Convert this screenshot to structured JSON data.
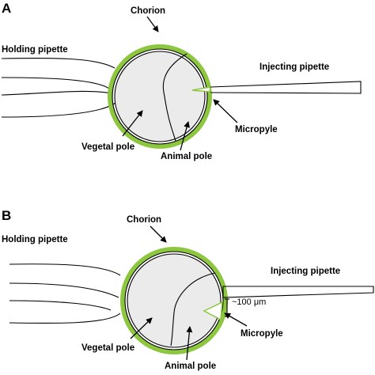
{
  "panels": [
    {
      "letter": "A",
      "labels": {
        "chorion": "Chorion",
        "holding": "Holding pipette",
        "injecting": "Injecting pipette",
        "vegetal": "Vegetal pole",
        "animal": "Animal pole",
        "micropyle": "Micropyle"
      }
    },
    {
      "letter": "B",
      "labels": {
        "chorion": "Chorion",
        "holding": "Holding pipette",
        "injecting": "Injecting pipette",
        "vegetal": "Vegetal pole",
        "animal": "Animal pole",
        "micropyle": "Micropyle",
        "scale": "~100 μm"
      }
    }
  ],
  "colors": {
    "chorion": "#8dc63f",
    "egg_fill": "#ebebeb",
    "micropyle_fill": "#ffffff",
    "line": "#000000"
  }
}
